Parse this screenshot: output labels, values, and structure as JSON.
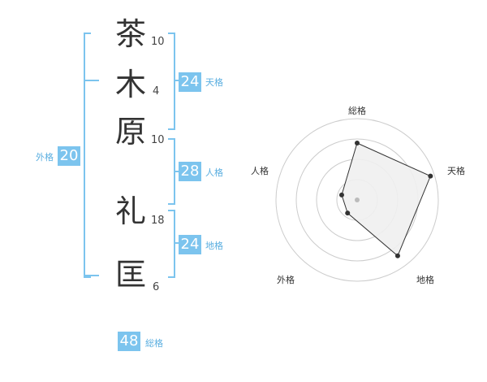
{
  "name": {
    "characters": [
      {
        "char": "茶",
        "strokes": "10"
      },
      {
        "char": "木",
        "strokes": "4"
      },
      {
        "char": "原",
        "strokes": "10"
      },
      {
        "char": "礼",
        "strokes": "18"
      },
      {
        "char": "匡",
        "strokes": "6"
      }
    ]
  },
  "fortune": {
    "tenkaku": {
      "value": "24",
      "label": "天格"
    },
    "jinkaku": {
      "value": "28",
      "label": "人格"
    },
    "chikaku": {
      "value": "24",
      "label": "地格"
    },
    "gaikaku": {
      "value": "20",
      "label": "外格"
    },
    "soukaku": {
      "value": "48",
      "label": "総格"
    }
  },
  "chart_data": {
    "type": "radar",
    "axes": [
      "総格",
      "天格",
      "地格",
      "外格",
      "人格"
    ],
    "values": [
      0.7,
      0.95,
      0.85,
      0.2,
      0.2
    ],
    "rings": 4,
    "colors": {
      "fill": "#f0f0f0",
      "line": "#333333",
      "grid": "#cccccc",
      "center": "#bbbbbb"
    }
  }
}
